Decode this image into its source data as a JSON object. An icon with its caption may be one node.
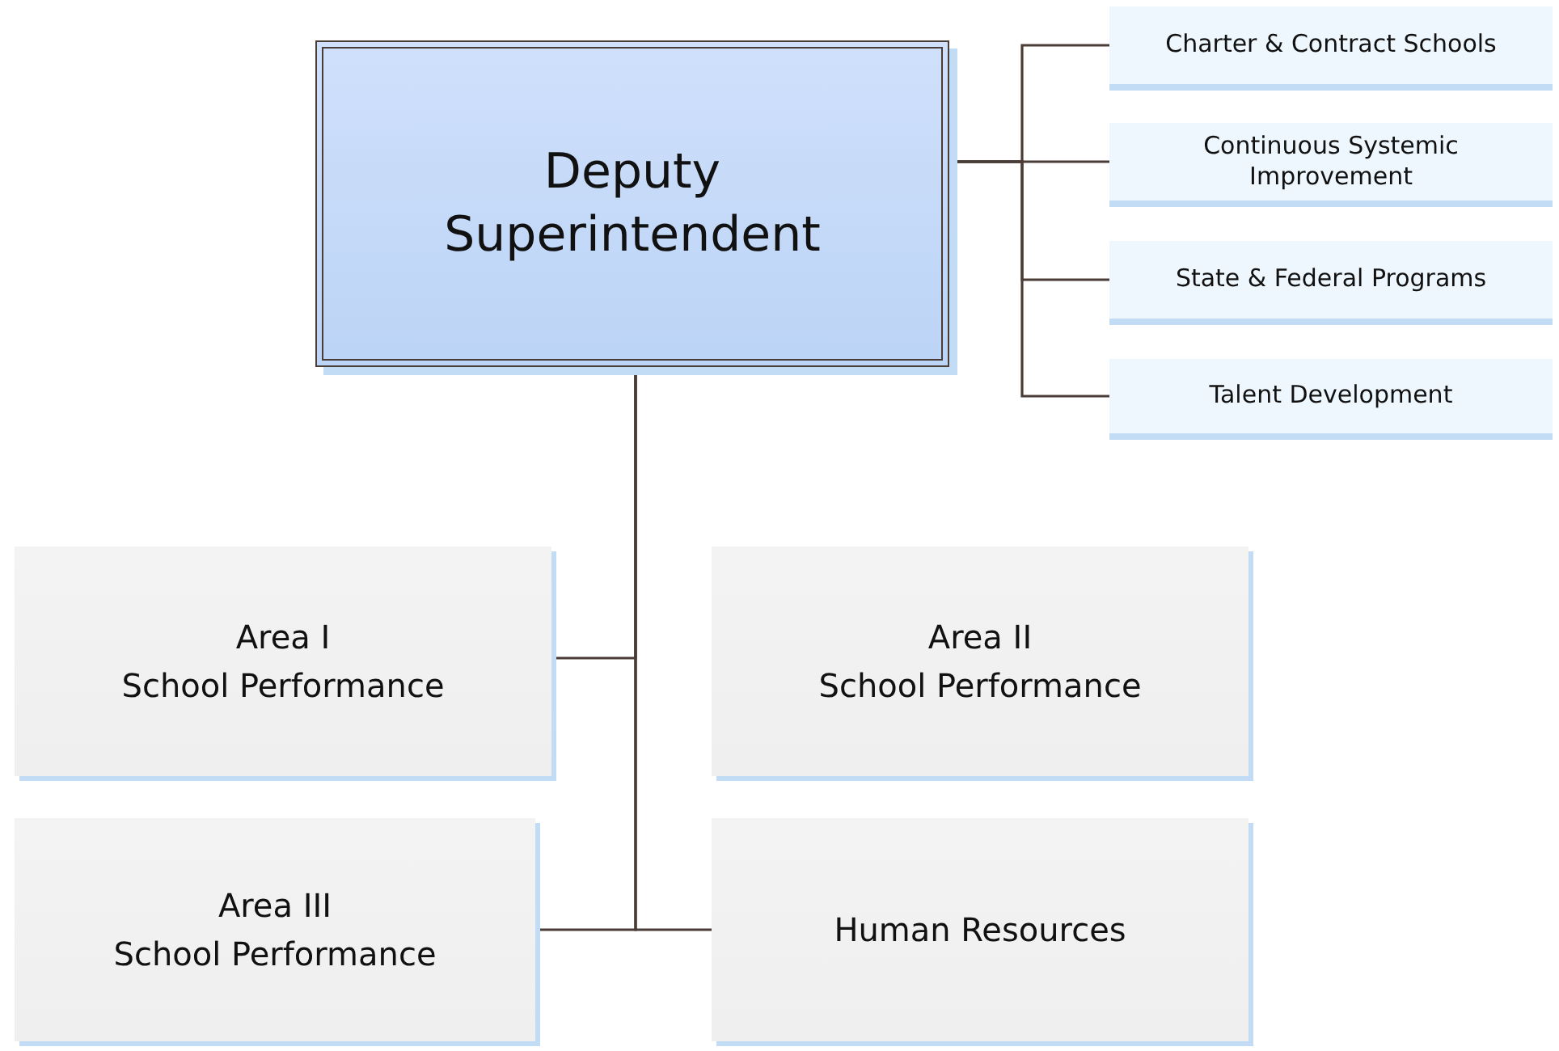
{
  "diagram": {
    "nodes": [
      {
        "text": [
          "Deputy Superintendent"
        ]
      },
      {
        "text": [
          "Charter & Contract Schools"
        ]
      },
      {
        "text": [
          "Continuous Systemic Improvement"
        ]
      },
      {
        "text": [
          "State & Federal Programs"
        ]
      },
      {
        "text": [
          "Talent Development"
        ]
      },
      {
        "text": [
          "Area I",
          "School Performance"
        ]
      },
      {
        "text": [
          "Area II",
          "School Performance"
        ]
      },
      {
        "text": [
          "Area III",
          "School Performance"
        ]
      },
      {
        "text": [
          "Human Resources"
        ]
      }
    ],
    "edges": [
      {
        "from": 0,
        "to": 1,
        "arrow": "none"
      },
      {
        "from": 0,
        "to": 2,
        "arrow": "none"
      },
      {
        "from": 0,
        "to": 3,
        "arrow": "none"
      },
      {
        "from": 0,
        "to": 4,
        "arrow": "none"
      },
      {
        "from": 0,
        "to": 5,
        "arrow": "none"
      },
      {
        "from": 0,
        "to": 7,
        "arrow": "none"
      },
      {
        "from": 0,
        "to": 8,
        "arrow": "none"
      }
    ]
  }
}
